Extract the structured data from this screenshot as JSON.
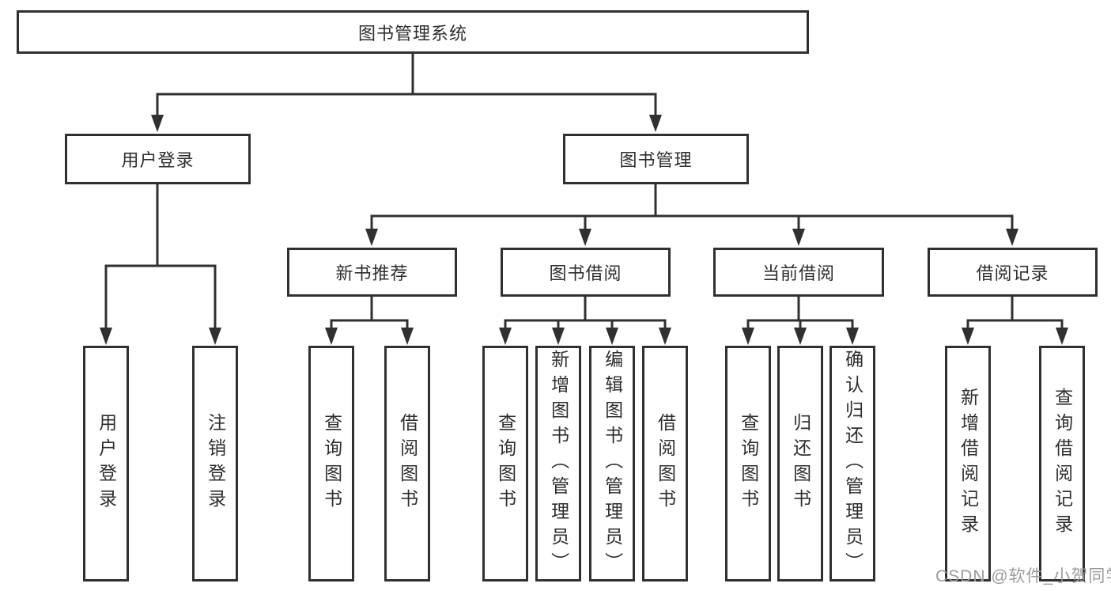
{
  "diagram": {
    "root": {
      "label": "图书管理系统"
    },
    "user_login": {
      "label": "用户登录",
      "children": [
        {
          "label": "用户登录"
        },
        {
          "label": "注销登录"
        }
      ]
    },
    "book_management": {
      "label": "图书管理",
      "sections": [
        {
          "label": "新书推荐",
          "children": [
            {
              "label": "查询图书"
            },
            {
              "label": "借阅图书"
            }
          ]
        },
        {
          "label": "图书借阅",
          "children": [
            {
              "label": "查询图书"
            },
            {
              "label": "新增图书（管理员）"
            },
            {
              "label": "编辑图书（管理员）"
            },
            {
              "label": "借阅图书"
            }
          ]
        },
        {
          "label": "当前借阅",
          "children": [
            {
              "label": "查询图书"
            },
            {
              "label": "归还图书"
            },
            {
              "label": "确认归还（管理员）"
            }
          ]
        },
        {
          "label": "借阅记录",
          "children": [
            {
              "label": "新增借阅记录"
            },
            {
              "label": "查询借阅记录"
            }
          ]
        }
      ]
    }
  },
  "watermark": {
    "text": "CSDN @软件_小贺同学"
  },
  "colors": {
    "line": "#303030",
    "text": "#2e2e2e",
    "watermark_text": "#9b9b9b",
    "background": "#ffffff"
  }
}
